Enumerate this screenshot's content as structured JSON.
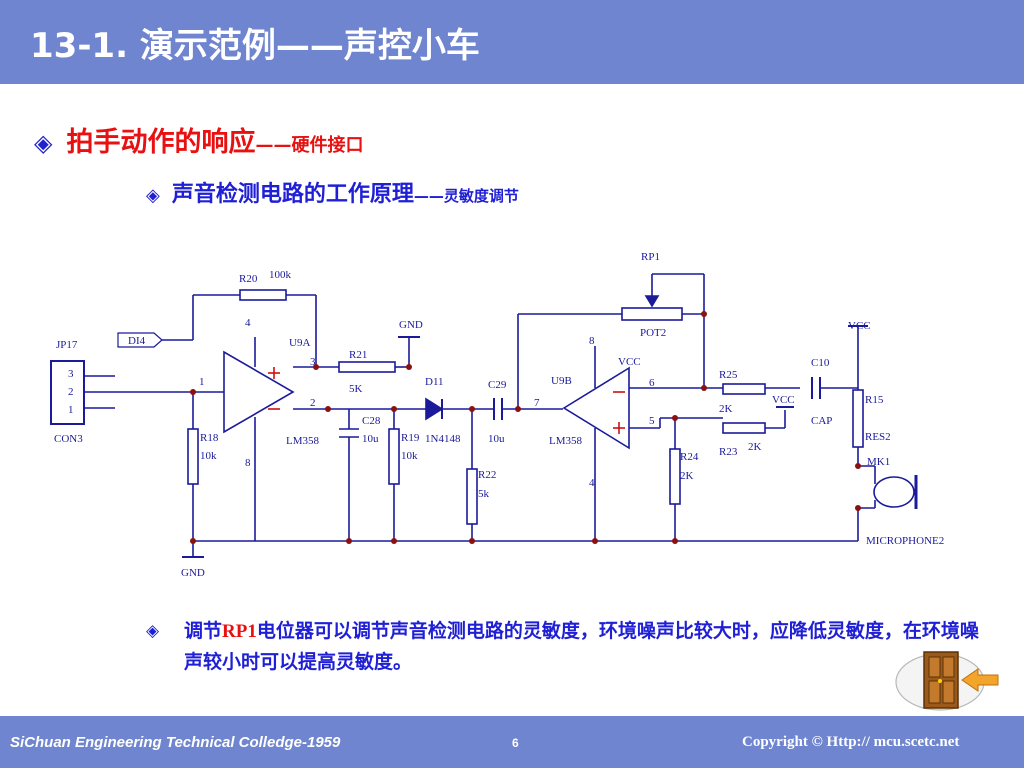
{
  "header": {
    "title": "13-1.  演示范例——声控小车"
  },
  "bullets": {
    "icon": "diamond-bullet-icon",
    "level1": {
      "text": "拍手动作的响应",
      "suffix": "——硬件接口"
    },
    "level2": {
      "text": "声音检测电路的工作原理",
      "suffix": "——灵敏度调节"
    },
    "note": {
      "prefix": "调节",
      "highlight": "RP1",
      "rest": "电位器可以调节声音检测电路的灵敏度，环境噪声比较大时，应降低灵敏度，在环境噪声较小时可以提高灵敏度。"
    }
  },
  "schematic": {
    "labels": {
      "rp1": "RP1",
      "r20": "R20",
      "r20_val": "100k",
      "num_4_top": "4",
      "u9a": "U9A",
      "pin3": "3",
      "gnd_top": "GND",
      "r21": "R21",
      "r21_val": "5K",
      "di4": "DI4",
      "jp17": "JP17",
      "con_3": "3",
      "con_2": "2",
      "con_1": "1",
      "con3": "CON3",
      "pin1": "1",
      "pin2": "2",
      "d11": "D11",
      "c29": "C29",
      "u9b": "U9B",
      "pin7": "7",
      "num_8_mid": "8",
      "vcc_mid": "VCC",
      "pot2": "POT2",
      "pin6": "6",
      "pin5": "5",
      "r25": "R25",
      "r25_val": "2K",
      "vcc_r": "VCC",
      "c10": "C10",
      "cap": "CAP",
      "vcc_top": "VCC",
      "r15": "R15",
      "res2": "RES2",
      "mk1": "MK1",
      "microphone": "MICROPHONE2",
      "r18": "R18",
      "r18_val": "10k",
      "num_8_low": "8",
      "lm358_a": "LM358",
      "c28": "C28",
      "c28_val": "10u",
      "r19": "R19",
      "r19_val": "10k",
      "d11_part": "1N4148",
      "c29_val": "10u",
      "lm358_b": "LM358",
      "num_4_low": "4",
      "r22": "R22",
      "r22_val": "5k",
      "r24": "R24",
      "r24_val": "2K",
      "r23": "R23",
      "r23_val": "2K",
      "gnd_bottom": "GND"
    }
  },
  "footer": {
    "left": "SiChuan Engineering Technical Colledge-1959",
    "page": "6",
    "right": "Copyright © Http:// mcu.scetc.net"
  },
  "nav": {
    "icon": "door-exit-icon"
  },
  "colors": {
    "bar": "#6f85cf",
    "accent_red": "#e81010",
    "text_blue": "#1f1fd6",
    "wire": "#1a1a9a",
    "node": "#8b1010"
  }
}
